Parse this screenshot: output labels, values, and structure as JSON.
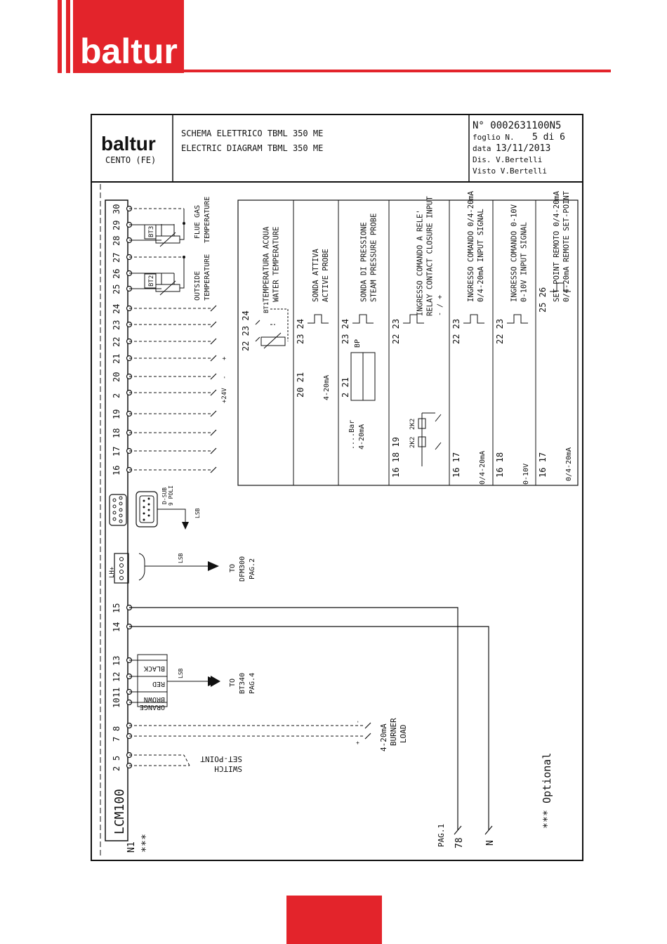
{
  "header": {
    "logo": "baltur",
    "brand_color": "#e3242b"
  },
  "title_block": {
    "logo": "baltur",
    "location": "CENTO (FE)",
    "title_it": "SCHEMA ELETTRICO TBML 350 ME",
    "title_en": "ELECTRIC DIAGRAM TBML 350 ME",
    "doc_number": "N° 0002631100N5",
    "sheet_prefix": "foglio N.",
    "sheet": "5 di 6",
    "date_prefix": "data",
    "date": "13/11/2013",
    "drawn": "Dis. V.Bertelli",
    "checked": "Visto V.Bertelli"
  },
  "device": {
    "name": "LCM100",
    "ref": "N1",
    "stars": "***"
  },
  "terminal_labels": [
    "2",
    "5",
    "7",
    "8",
    "10",
    "11",
    "12",
    "13",
    "14",
    "15",
    "16",
    "17",
    "18",
    "19",
    "2",
    "20",
    "21",
    "22",
    "23",
    "24",
    "25",
    "26",
    "27",
    "28",
    "29",
    "30"
  ],
  "wires": {
    "black": "BLACK",
    "red": "RED",
    "brown": "BROWN",
    "orange": "ORANGE",
    "lsb": "LSB"
  },
  "connections": {
    "setpoint": [
      "SET-POINT",
      "SWITCH"
    ],
    "burner_load": [
      "4-20mA",
      "BURNER",
      "LOAD"
    ],
    "bt340": [
      "TO",
      "BT340",
      "PAG.4"
    ],
    "dfm300": [
      "TO",
      "DFM300",
      "PAG.2"
    ],
    "lh": "LH+",
    "dsub": [
      "D-SUB",
      "9 POLI"
    ],
    "plus24": "+24V",
    "minus": "-",
    "plus": "+",
    "bt2": "BT2",
    "bt3": "BT3",
    "outside": [
      "OUTSIDE",
      "TEMPERATURE"
    ],
    "flue": [
      "FLUE GAS",
      "TEMPERATURE"
    ],
    "pag1": "PAG.1",
    "n78": "78",
    "nn": "N"
  },
  "options_table": [
    {
      "text": [
        "TEMPERATURA ACQUA",
        "WATER TEMPERATURE"
      ],
      "terms": "22 23 24",
      "extra": "BT1"
    },
    {
      "text": [
        "SONDA ATTIVA",
        "ACTIVE PROBE"
      ],
      "terms": "20 21",
      "terms2": "23 24",
      "extra": "4-20mA"
    },
    {
      "text": [
        "SONDA DI PRESSIONE",
        "STEAM PRESSURE PROBE"
      ],
      "terms": "2  21",
      "terms2": "23 24",
      "extra": "BP",
      "range": [
        "....Bar",
        "4-20mA"
      ]
    },
    {
      "text": [
        "INGRESSO COMANDO A RELE'",
        "RELAY CONTACT CLOSURE INPUT"
      ],
      "terms": "16  18 19",
      "terms2": "22 23",
      "extra": "2K2"
    },
    {
      "text": [
        "INGRESSO COMANDO 0/4-20mA",
        "0/4-20mA INPUT SIGNAL"
      ],
      "terms": "16 17",
      "terms2": "22 23",
      "extra": "0/4-20mA"
    },
    {
      "text": [
        "INGRESSO COMANDO 0-10V",
        "0-10V INPUT SIGNAL"
      ],
      "terms": "16  18",
      "terms2": "22 23",
      "extra": "0-10V"
    },
    {
      "text": [
        "SET-POINT REMOTO 0/4-20mA",
        "0/4-20mA REMOTE SET-POINT"
      ],
      "terms": "16 17",
      "terms2": "25 26",
      "extra": "0/4-20mA"
    }
  ],
  "note": "*** Optional",
  "relay_polarity": "- / +"
}
